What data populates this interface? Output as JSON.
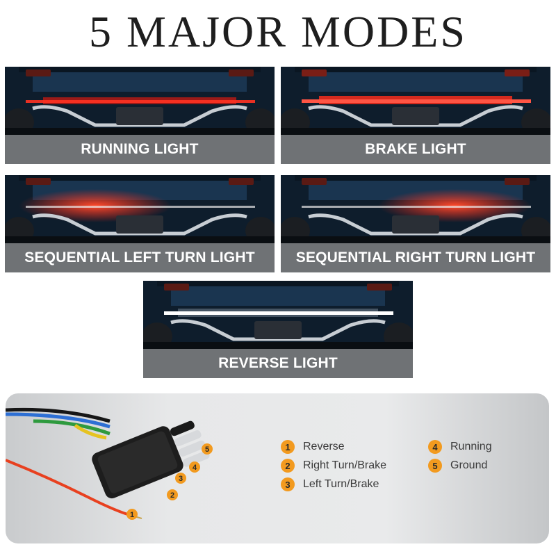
{
  "title": "5 MAJOR MODES",
  "modes": [
    {
      "label": "RUNNING LIGHT",
      "light": "running"
    },
    {
      "label": "BRAKE LIGHT",
      "light": "brake"
    },
    {
      "label": "SEQUENTIAL LEFT TURN LIGHT",
      "light": "left-turn"
    },
    {
      "label": "SEQUENTIAL RIGHT TURN LIGHT",
      "light": "right-turn"
    },
    {
      "label": "REVERSE LIGHT",
      "light": "reverse"
    }
  ],
  "wiring": {
    "pins": [
      "1",
      "2",
      "3",
      "4",
      "5"
    ],
    "legend": [
      {
        "num": "1",
        "label": "Reverse"
      },
      {
        "num": "2",
        "label": "Right Turn/Brake"
      },
      {
        "num": "3",
        "label": "Left Turn/Brake"
      },
      {
        "num": "4",
        "label": "Running"
      },
      {
        "num": "5",
        "label": "Ground"
      }
    ],
    "wire_colors": {
      "reverse": "#e8401f",
      "right_turn": "#2d6fd4",
      "left_turn": "#2e9a3e",
      "running": "#e6c320",
      "ground": "#ffffff"
    }
  },
  "colors": {
    "caption_bg": "#6f7275",
    "badge": "#f29a1f",
    "red_light": "#ff2a1a",
    "white_light": "#ffffff"
  }
}
